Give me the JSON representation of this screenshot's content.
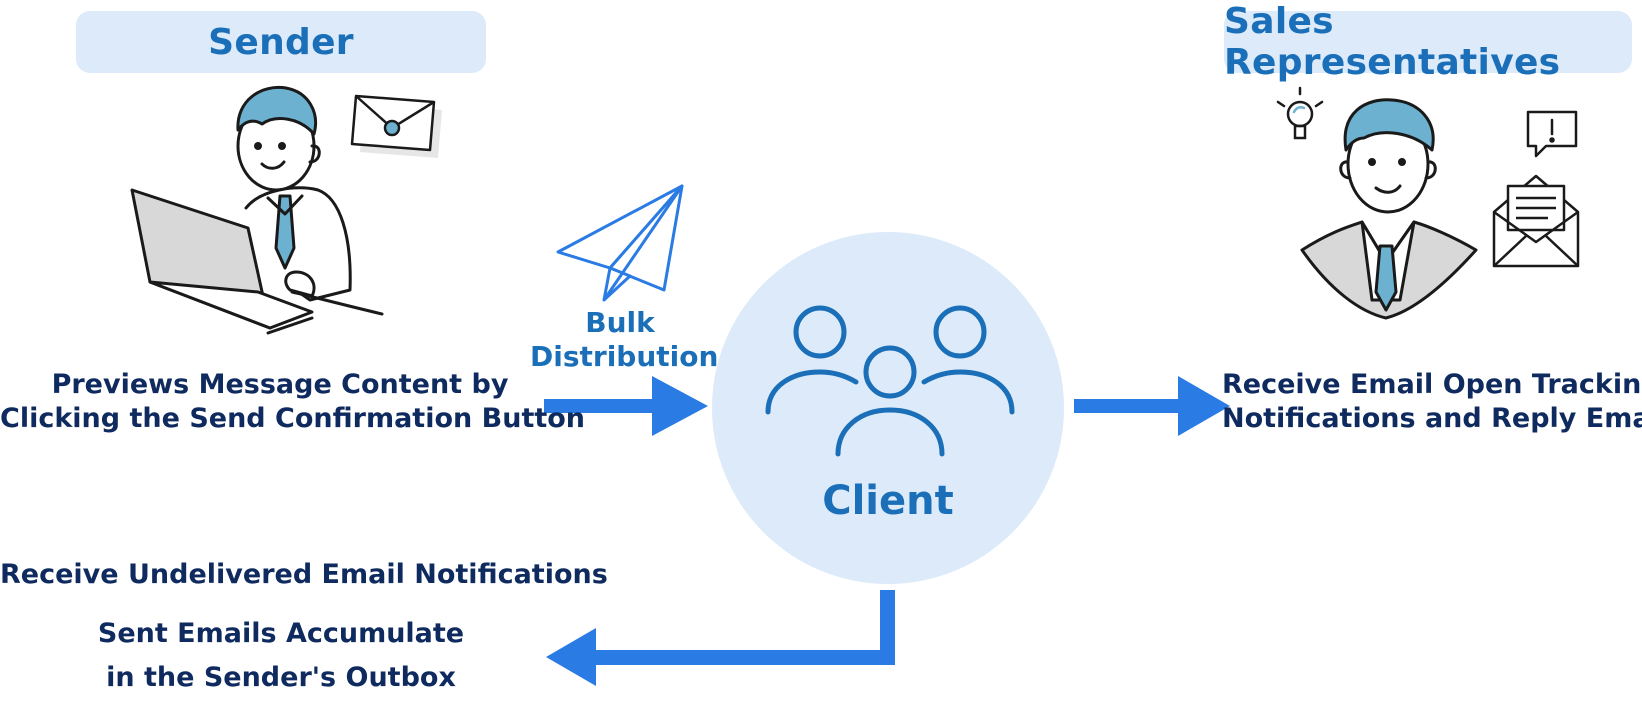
{
  "sender": {
    "title": "Sender",
    "description_line1": "Previews Message Content by",
    "description_line2": "Clicking the Send Confirmation Button"
  },
  "distribution": {
    "line1": "Bulk",
    "line2": "Distribution"
  },
  "client": {
    "label": "Client"
  },
  "sales": {
    "title": "Sales Representatives",
    "description_line1": "Receive Email Open Tracking",
    "description_line2": "Notifications and Reply Email"
  },
  "feedback": {
    "undelivered": "Receive Undelivered Email Notifications",
    "outbox_line1": "Sent Emails Accumulate",
    "outbox_line2": "in the Sender's Outbox"
  },
  "colors": {
    "arrow": "#2a7be4",
    "pill_bg": "#dceafa",
    "accent_text": "#1a6fb8",
    "dark_text": "#0f2a5e"
  }
}
